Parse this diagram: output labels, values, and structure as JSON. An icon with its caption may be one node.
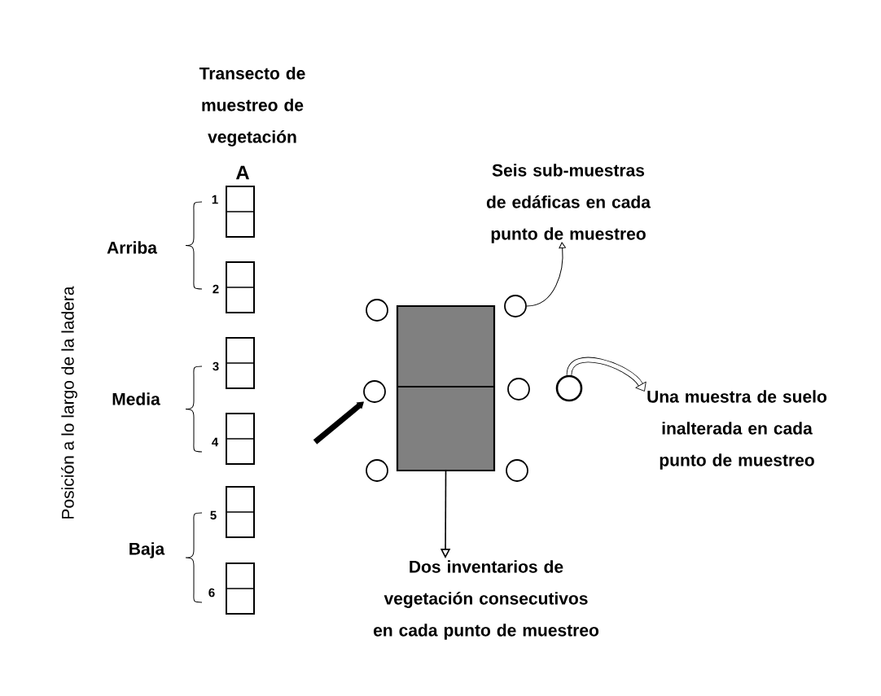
{
  "diagram": {
    "nodes": [
      {
        "text": [
          "Transecto de muestreo de vegetación"
        ]
      },
      {
        "text": [],
        "shape": "box",
        "beside": [
          "1"
        ]
      },
      {
        "text": [],
        "shape": "box",
        "beside": [
          "2"
        ]
      },
      {
        "text": [],
        "shape": "box",
        "beside": [
          "3"
        ]
      },
      {
        "text": [],
        "shape": "box",
        "beside": [
          "4"
        ]
      },
      {
        "text": [],
        "shape": "box",
        "beside": [
          "5"
        ]
      },
      {
        "text": [],
        "shape": "box",
        "beside": [
          "6"
        ]
      },
      {
        "text": [],
        "shape": "box"
      },
      {
        "text": [],
        "shape": "circle"
      },
      {
        "text": [],
        "shape": "circle"
      },
      {
        "text": [],
        "shape": "circle"
      },
      {
        "text": [],
        "shape": "circle"
      },
      {
        "text": [],
        "shape": "circle"
      },
      {
        "text": [],
        "shape": "circle"
      },
      {
        "text": [],
        "shape": "circle"
      },
      {
        "text": [
          "Seis sub-muestras de edáficas en cada punto de muestreo"
        ]
      },
      {
        "text": [
          "Una muestra de suelo inalterada en cada punto de muestreo"
        ]
      },
      {
        "text": [
          "Dos inventarios de vegetación consecutivos en cada punto de muestreo"
        ]
      }
    ],
    "edges": [
      {
        "from": 9,
        "to": 15,
        "arrow": "to"
      },
      {
        "from": 14,
        "to": 16,
        "arrow": "to",
        "style": "thick"
      },
      {
        "from": 7,
        "to": 17,
        "arrow": "to"
      },
      {
        "from": null,
        "to": 10,
        "arrow": "to",
        "style": "thick"
      }
    ],
    "labels": [
      "A",
      "Arriba",
      "Media",
      "Baja",
      "Posición a lo largo de la ladera"
    ]
  }
}
